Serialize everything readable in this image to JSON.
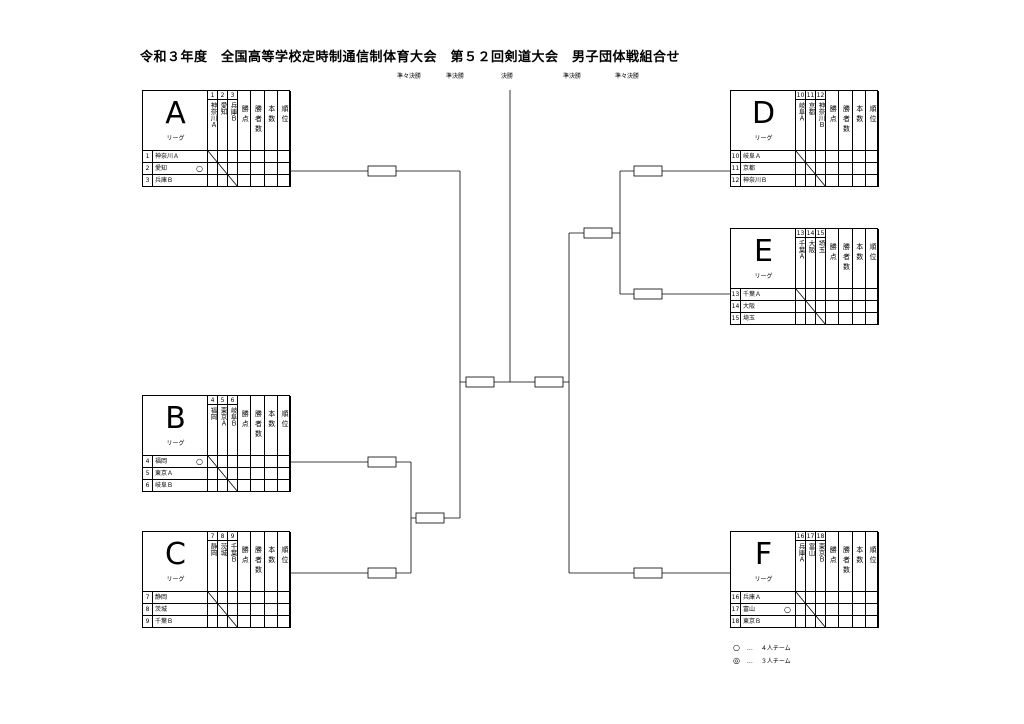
{
  "title": "令和３年度　全国高等学校定時制通信制体育大会　第５２回剣道大会　男子団体戦組合せ",
  "rounds": {
    "left_qf": "準々決勝",
    "left_sf": "準決勝",
    "final": "決勝",
    "right_sf": "準決勝",
    "right_qf": "準々決勝"
  },
  "league_sublabel": "リーグ",
  "stat_headers": [
    "勝点",
    "勝者数",
    "本数",
    "順位"
  ],
  "leagues": [
    {
      "letter": "A",
      "teams": [
        {
          "num": "1",
          "name": "神奈川Ａ",
          "head": "神奈川Ａ",
          "mark": ""
        },
        {
          "num": "2",
          "name": "愛知",
          "head": "愛知",
          "mark": "○"
        },
        {
          "num": "3",
          "name": "兵庫Ｂ",
          "head": "兵庫Ｂ",
          "mark": ""
        }
      ]
    },
    {
      "letter": "B",
      "teams": [
        {
          "num": "4",
          "name": "福岡",
          "head": "福岡",
          "mark": "○"
        },
        {
          "num": "5",
          "name": "東京Ａ",
          "head": "東京Ａ",
          "mark": ""
        },
        {
          "num": "6",
          "name": "岐阜Ｂ",
          "head": "岐阜Ｂ",
          "mark": ""
        }
      ]
    },
    {
      "letter": "C",
      "teams": [
        {
          "num": "7",
          "name": "静岡",
          "head": "静岡",
          "mark": ""
        },
        {
          "num": "8",
          "name": "茨城",
          "head": "茨城",
          "mark": ""
        },
        {
          "num": "9",
          "name": "千葉Ｂ",
          "head": "千葉Ｂ",
          "mark": ""
        }
      ]
    },
    {
      "letter": "D",
      "teams": [
        {
          "num": "10",
          "name": "岐阜Ａ",
          "head": "岐阜Ａ",
          "mark": ""
        },
        {
          "num": "11",
          "name": "京都",
          "head": "京都",
          "mark": ""
        },
        {
          "num": "12",
          "name": "神奈川Ｂ",
          "head": "神奈川Ｂ",
          "mark": ""
        }
      ]
    },
    {
      "letter": "E",
      "teams": [
        {
          "num": "13",
          "name": "千葉Ａ",
          "head": "千葉Ａ",
          "mark": ""
        },
        {
          "num": "14",
          "name": "大阪",
          "head": "大阪",
          "mark": ""
        },
        {
          "num": "15",
          "name": "埼玉",
          "head": "埼玉",
          "mark": ""
        }
      ]
    },
    {
      "letter": "F",
      "teams": [
        {
          "num": "16",
          "name": "兵庫Ａ",
          "head": "兵庫Ａ",
          "mark": ""
        },
        {
          "num": "17",
          "name": "富山",
          "head": "富山",
          "mark": "○"
        },
        {
          "num": "18",
          "name": "東京Ｂ",
          "head": "東京Ｂ",
          "mark": ""
        }
      ]
    }
  ],
  "legend": [
    {
      "symbol": "○",
      "dots": "…",
      "text": "４人チーム"
    },
    {
      "symbol": "◎",
      "dots": "…",
      "text": "３人チーム"
    }
  ]
}
